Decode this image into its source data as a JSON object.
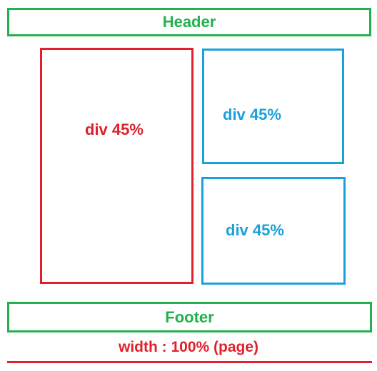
{
  "header": {
    "label": "Header"
  },
  "columns": {
    "left": {
      "label": "div 45%"
    },
    "right_top": {
      "label": "div 45%"
    },
    "right_bottom": {
      "label": "div 45%"
    }
  },
  "footer": {
    "label": "Footer"
  },
  "annotation": {
    "width_text": "width : 100% (page)"
  },
  "colors": {
    "header_footer": "#22b14c",
    "left_div": "#e0202a",
    "right_divs": "#1aa0dc",
    "width_annotation": "#e0202a"
  }
}
